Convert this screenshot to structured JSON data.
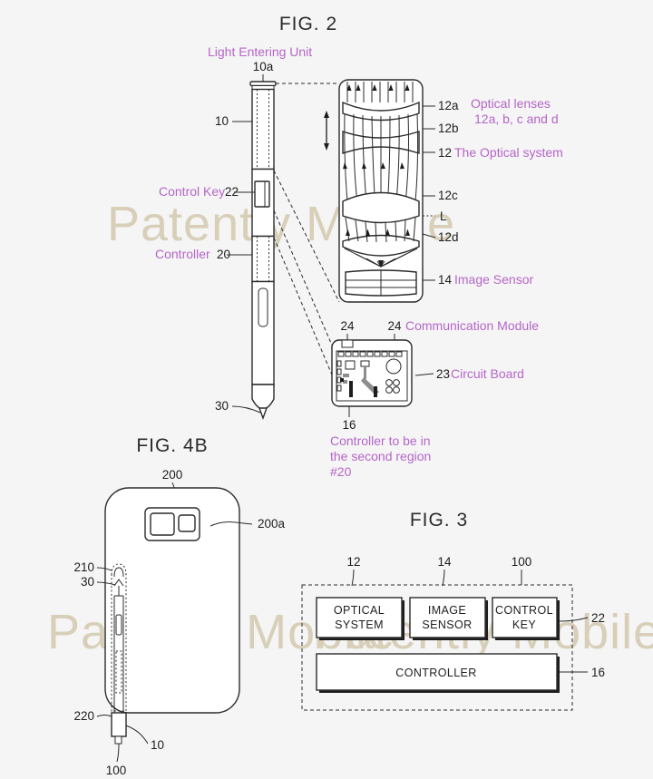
{
  "page": {
    "background": "#f5f5f5",
    "annotation_color": "#b565c8",
    "line_color": "#2b2b2b",
    "watermark_color": "#d7cdb6",
    "watermark_text": "Patently Mobile"
  },
  "figures": {
    "fig2": {
      "title": "FIG. 2",
      "annotations": {
        "light_entering_unit": "Light Entering Unit",
        "optical_lenses": "Optical lenses",
        "optical_lenses_2": "12a, b, c and d",
        "optical_system": "The Optical system",
        "image_sensor": "Image Sensor",
        "communication_module": "Communication Module",
        "circuit_board": "Circuit Board",
        "control_key": "Control Key",
        "controller": "Controller",
        "controller_region_1": "Controller to be in",
        "controller_region_2": "the second region",
        "controller_region_3": "#20"
      },
      "numbers": {
        "pen_body": "10",
        "light_entering_unit": "10a",
        "control_key": "22",
        "controller": "20",
        "pen_tip": "30",
        "lens_a": "12a",
        "lens_b": "12b",
        "lens_c": "12c",
        "lens_d": "12d",
        "optical_system": "12",
        "light_ray": "L",
        "image_sensor": "14",
        "comm_module_left": "24",
        "comm_module_right": "24",
        "circuit_board": "23",
        "controller_block": "16"
      }
    },
    "fig4b": {
      "title": "FIG. 4B",
      "numbers": {
        "phone": "200",
        "phone_rear": "200a",
        "slot_top": "210",
        "pen_tip": "30",
        "slot_bottom": "220",
        "stylus_assembly": "100",
        "pen_body": "10"
      }
    },
    "fig3": {
      "title": "FIG. 3",
      "blocks": [
        {
          "label_line1": "OPTICAL",
          "label_line2": "SYSTEM",
          "number": "12"
        },
        {
          "label_line1": "IMAGE",
          "label_line2": "SENSOR",
          "number": "14"
        },
        {
          "label_line1": "CONTROL",
          "label_line2": "KEY",
          "number": "22"
        }
      ],
      "controller_block": {
        "label": "CONTROLLER",
        "number": "16"
      },
      "outer_number": "100",
      "control_key_number": "22"
    }
  }
}
